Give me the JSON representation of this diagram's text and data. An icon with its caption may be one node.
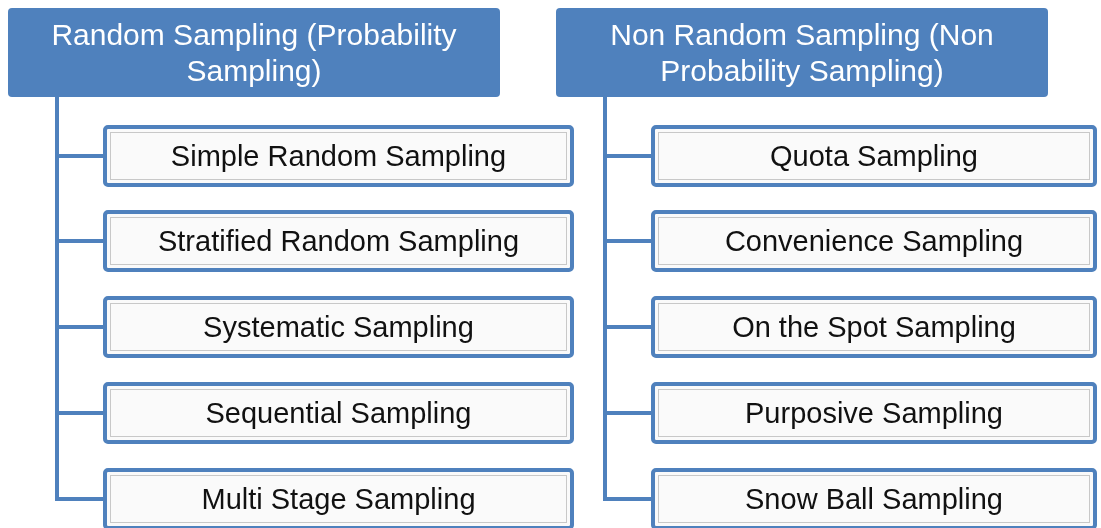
{
  "diagram": {
    "nodes": [
      {
        "text": [
          "Random Sampling (Probability Sampling)"
        ]
      },
      {
        "text": [
          "Simple Random Sampling"
        ]
      },
      {
        "text": [
          "Stratified Random Sampling"
        ]
      },
      {
        "text": [
          "Systematic Sampling"
        ]
      },
      {
        "text": [
          "Sequential Sampling"
        ]
      },
      {
        "text": [
          "Multi Stage Sampling"
        ]
      },
      {
        "text": [
          "Non Random Sampling (Non Probability Sampling)"
        ]
      },
      {
        "text": [
          "Quota Sampling"
        ]
      },
      {
        "text": [
          "Convenience Sampling"
        ]
      },
      {
        "text": [
          "On the Spot Sampling"
        ]
      },
      {
        "text": [
          "Purposive Sampling"
        ]
      },
      {
        "text": [
          "Snow Ball Sampling"
        ]
      }
    ],
    "edges": [
      {
        "from": 0,
        "to": 1,
        "arrow": "none"
      },
      {
        "from": 0,
        "to": 2,
        "arrow": "none"
      },
      {
        "from": 0,
        "to": 3,
        "arrow": "none"
      },
      {
        "from": 0,
        "to": 4,
        "arrow": "none"
      },
      {
        "from": 0,
        "to": 5,
        "arrow": "none"
      },
      {
        "from": 6,
        "to": 7,
        "arrow": "none"
      },
      {
        "from": 6,
        "to": 8,
        "arrow": "none"
      },
      {
        "from": 6,
        "to": 9,
        "arrow": "none"
      },
      {
        "from": 6,
        "to": 10,
        "arrow": "none"
      },
      {
        "from": 6,
        "to": 11,
        "arrow": "none"
      }
    ]
  }
}
